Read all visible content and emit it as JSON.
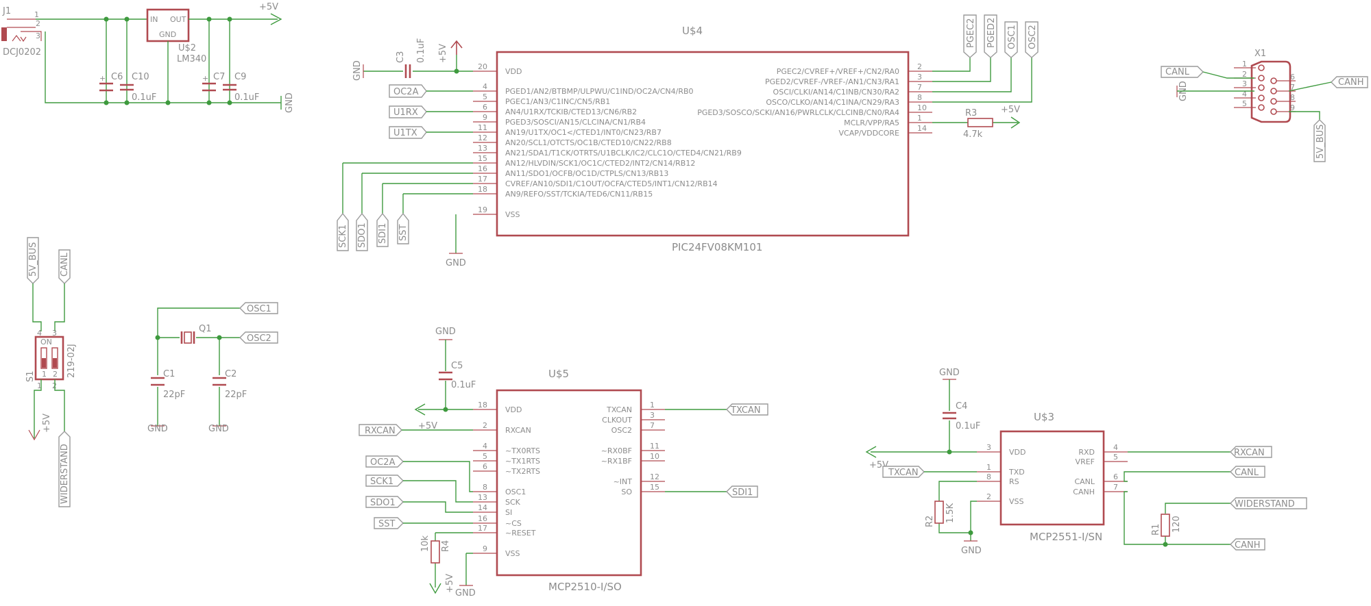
{
  "power": {
    "j1": "J1",
    "j1_value": "DCJ0202",
    "j1_pins": [
      "1",
      "2",
      "3"
    ],
    "plus5v": "+5V",
    "reg_name": "U$2",
    "reg_value": "LM340",
    "reg_in": "IN",
    "reg_out": "OUT",
    "reg_gnd": "GND",
    "c6": "C6",
    "c10": "C10",
    "c10_val": "0.1uF",
    "c7": "C7",
    "c9": "C9",
    "c9_val": "0.1uF",
    "gnd": "GND"
  },
  "u4": {
    "name": "U$4",
    "value": "PIC24FV08KM101",
    "left_pins": [
      {
        "num": "20",
        "label": "VDD"
      },
      {
        "num": "4",
        "label": "PGED1/AN2/BTBMP/ULPWU/C1IND/OC2A/CN4/RB0"
      },
      {
        "num": "5",
        "label": "PGEC1/AN3/C1INC/CN5/RB1"
      },
      {
        "num": "6",
        "label": "AN4/U1RX/TCKIB/CTED13/CN6/RB2"
      },
      {
        "num": "9",
        "label": "PGED3/SOSCI/AN15/CLCINA/CN1/RB4"
      },
      {
        "num": "11",
        "label": "AN19/U1TX/OC1</CTED1/INT0/CN23/RB7"
      },
      {
        "num": "12",
        "label": "AN20/SCL1/OTCTS/OC1B/CTED10/CN22/RB8"
      },
      {
        "num": "13",
        "label": "AN21/SDA1/T1CK/OTRTS/U1BCLK/IC2/CLC1O/CTED4/CN21/RB9"
      },
      {
        "num": "15",
        "label": "AN12/HLVDIN/SCK1/OC1C/CTED2/INT2/CN14/RB12"
      },
      {
        "num": "16",
        "label": "AN11/SDO1/OCFB/OC1D/CTPLS/CN13/RB13"
      },
      {
        "num": "17",
        "label": "CVREF/AN10/SDI1/C1OUT/OCFA/CTED5/INT1/CN12/RB14"
      },
      {
        "num": "18",
        "label": "AN9/REFO/SST/TCKIA/TED6/CN11/RB15"
      },
      {
        "num": "19",
        "label": "VSS"
      }
    ],
    "right_pins": [
      {
        "num": "2",
        "label": "PGEC2/CVREF+/VREF+/CN2/RA0"
      },
      {
        "num": "3",
        "label": "PGED2/CVREF-/VREF-/AN1/CN3/RA1"
      },
      {
        "num": "7",
        "label": "OSCI/CLKI/AN14/C1INB/CN30/RA2"
      },
      {
        "num": "8",
        "label": "OSCO/CLKO/AN14/C1INA/CN29/RA3"
      },
      {
        "num": "10",
        "label": "PGED3/SOSCO/SCKI/AN16/PWRLCLK/CLCINB/CN0/RA4"
      },
      {
        "num": "1",
        "label": "MCLR/VPP/RA5"
      },
      {
        "num": "14",
        "label": "VCAP/VDDCORE"
      }
    ],
    "c3": "C3",
    "c3_val": "0.1uF",
    "r3": "R3",
    "r3_val": "4.7k",
    "net_labels_left": [
      "OC2A",
      "U1RX",
      "U1TX"
    ],
    "net_labels_bottom": [
      "SCK1",
      "SDO1",
      "SDI1",
      "SST"
    ],
    "net_labels_top": [
      "PGEC2",
      "PGED2",
      "OSC1",
      "OSC2"
    ]
  },
  "x1": {
    "name": "X1",
    "left_pins": [
      "1",
      "2",
      "3",
      "4",
      "5"
    ],
    "right_pins": [
      "6",
      "7",
      "8",
      "9"
    ],
    "canl": "CANL",
    "canh": "CANH",
    "gnd": "GND",
    "bus5v": "5V_BUS"
  },
  "s1": {
    "name": "S1",
    "value": "219-02J",
    "on": "ON",
    "sw1": "1",
    "sw2": "2",
    "pins": [
      "4",
      "3",
      "1",
      "2"
    ],
    "bus5v": "5V_BUS",
    "canl": "CANL",
    "widerstand": "WIDERSTAND",
    "plus5v": "+5V"
  },
  "osc": {
    "q1": "Q1",
    "c1": "C1",
    "c1_val": "22pF",
    "c2": "C2",
    "c2_val": "22pF",
    "osc1": "OSC1",
    "osc2": "OSC2",
    "gnd": "GND"
  },
  "u5": {
    "name": "U$5",
    "value": "MCP2510-I/SO",
    "left_pins": [
      {
        "num": "18",
        "label": "VDD"
      },
      {
        "num": "2",
        "label": "RXCAN"
      },
      {
        "num": "4",
        "label": "~TX0RTS"
      },
      {
        "num": "5",
        "label": "~TX1RTS"
      },
      {
        "num": "6",
        "label": "~TX2RTS"
      },
      {
        "num": "8",
        "label": "OSC1"
      },
      {
        "num": "13",
        "label": "SCK"
      },
      {
        "num": "14",
        "label": "SI"
      },
      {
        "num": "16",
        "label": "~CS"
      },
      {
        "num": "17",
        "label": "~RESET"
      },
      {
        "num": "9",
        "label": "VSS"
      }
    ],
    "right_pins": [
      {
        "num": "1",
        "label": "TXCAN"
      },
      {
        "num": "3",
        "label": "CLKOUT"
      },
      {
        "num": "7",
        "label": "OSC2"
      },
      {
        "num": "11",
        "label": "~RX0BF"
      },
      {
        "num": "10",
        "label": "~RX1BF"
      },
      {
        "num": "12",
        "label": "~INT"
      },
      {
        "num": "15",
        "label": "SO"
      }
    ],
    "c5": "C5",
    "c5_val": "0.1uF",
    "r4": "R4",
    "r4_val": "10k",
    "gnd": "GND",
    "plus5v": "+5V",
    "net_labels": [
      "RXCAN",
      "OC2A",
      "SCK1",
      "SDO1",
      "SST",
      "TXCAN",
      "SDI1"
    ]
  },
  "u3": {
    "name": "U$3",
    "value": "MCP2551-I/SN",
    "left_pins": [
      {
        "num": "3",
        "label": "VDD"
      },
      {
        "num": "1",
        "label": "TXD"
      },
      {
        "num": "8",
        "label": "RS"
      },
      {
        "num": "2",
        "label": "VSS"
      }
    ],
    "right_pins": [
      {
        "num": "4",
        "label": "RXD"
      },
      {
        "num": "5",
        "label": "VREF"
      },
      {
        "num": "6",
        "label": "CANL"
      },
      {
        "num": "7",
        "label": "CANH"
      }
    ],
    "c4": "C4",
    "c4_val": "0.1uF",
    "r2": "R2",
    "r2_val": "1.5K",
    "r1": "R1",
    "r1_val": "120",
    "gnd": "GND",
    "plus5v": "+5V",
    "net_labels": [
      "TXCAN",
      "RXCAN",
      "CANL",
      "WIDERSTAND",
      "CANH"
    ]
  }
}
